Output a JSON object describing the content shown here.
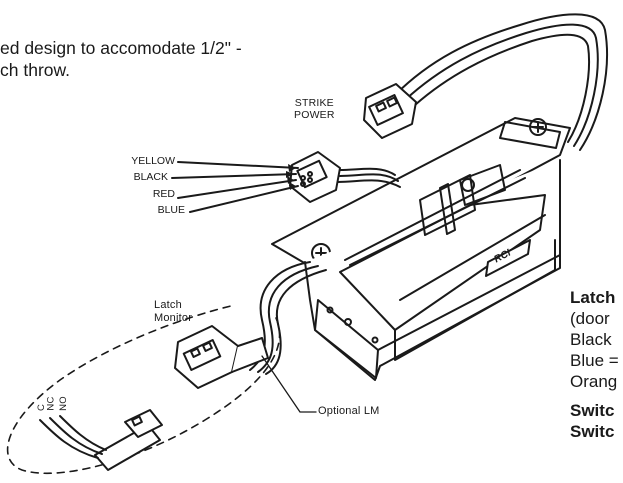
{
  "intro": {
    "line1": "ed design to accomodate 1/2\" -",
    "line2": "ch throw."
  },
  "labels": {
    "strike_power_1": "STRIKE",
    "strike_power_2": "POWER",
    "wires": [
      "YELLOW",
      "BLACK",
      "RED",
      "BLUE"
    ],
    "latch_monitor_1": "Latch",
    "latch_monitor_2": "Monitor",
    "optional_lm": "Optional LM",
    "pins": [
      "C",
      "NC",
      "NO"
    ],
    "logo": "RCI"
  },
  "side_panel": {
    "heading": "Latch",
    "lines": [
      "(door",
      "Black",
      "Blue =",
      "Orang"
    ],
    "switch_lines": [
      "Switc",
      "Switc"
    ]
  }
}
